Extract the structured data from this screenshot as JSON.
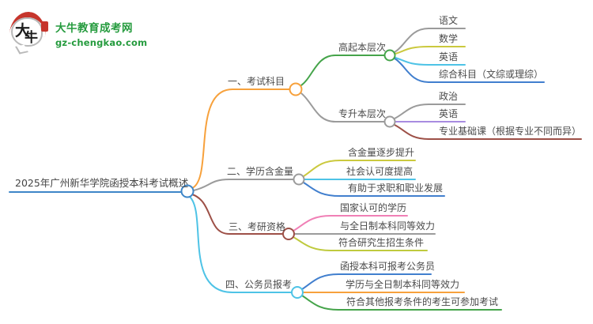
{
  "logo": {
    "title": "大牛教育成考网",
    "subtitle": "gz-chengkao.com",
    "icon_char1": "大",
    "icon_char2": "牛"
  },
  "colors": {
    "center_blue": "#3E86C8",
    "orange": "#F7A13C",
    "gray": "#9B9B9B",
    "brown": "#9D5047",
    "cyan": "#4EC3E6",
    "green": "#45A44A",
    "yellow": "#CBC93E",
    "blue": "#417FCE",
    "purple": "#A88CE0",
    "pink": "#F080B6",
    "yellowgreen": "#BFCA3E",
    "text": "#4A4A4A",
    "brand_green": "#259B3E",
    "logo_red": "#C6352C"
  },
  "mindmap": {
    "root": {
      "label": "2025年广州新华学院函授本科考试概述"
    },
    "branches": [
      {
        "label": "一、考试科目",
        "children": [
          {
            "label": "高起本层次",
            "children": [
              {
                "label": "语文"
              },
              {
                "label": "数学"
              },
              {
                "label": "英语"
              },
              {
                "label": "综合科目（文综或理综）"
              }
            ]
          },
          {
            "label": "专升本层次",
            "children": [
              {
                "label": "政治"
              },
              {
                "label": "英语"
              },
              {
                "label": "专业基础课（根据专业不同而异）"
              }
            ]
          }
        ]
      },
      {
        "label": "二、学历含金量",
        "children": [
          {
            "label": "含金量逐步提升"
          },
          {
            "label": "社会认可度提高"
          },
          {
            "label": "有助于求职和职业发展"
          }
        ]
      },
      {
        "label": "三、考研资格",
        "children": [
          {
            "label": "国家认可的学历"
          },
          {
            "label": "与全日制本科同等效力"
          },
          {
            "label": "符合研究生招生条件"
          }
        ]
      },
      {
        "label": "四、公务员报考",
        "children": [
          {
            "label": "函授本科可报考公务员"
          },
          {
            "label": "学历与全日制本科同等效力"
          },
          {
            "label": "符合其他报考条件的考生可参加考试"
          }
        ]
      }
    ]
  }
}
